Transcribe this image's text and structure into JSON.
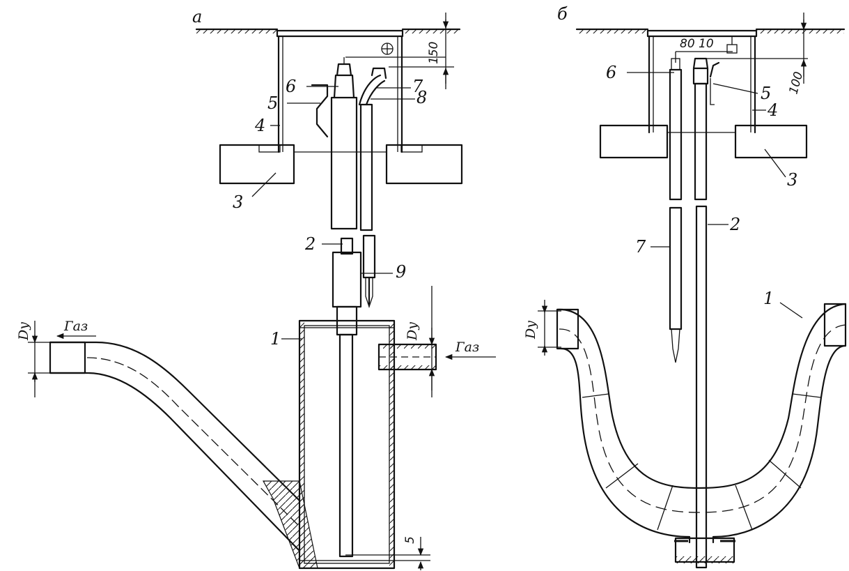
{
  "panels": {
    "a": {
      "letter": "а",
      "parts": [
        "1",
        "2",
        "3",
        "4",
        "5",
        "6",
        "7",
        "8",
        "9"
      ],
      "gas_inlet": "Газ",
      "gas_outlet": "Газ",
      "nominal_diameter_left": "Dу",
      "nominal_diameter_right": "Dу",
      "dim_top": "150",
      "dim_bottom": "5"
    },
    "b": {
      "letter": "б",
      "parts": [
        "1",
        "2",
        "3",
        "4",
        "5",
        "6",
        "7"
      ],
      "nominal_diameter": "Dу",
      "dim_side": "100",
      "dim_spacing": "80 10"
    }
  }
}
